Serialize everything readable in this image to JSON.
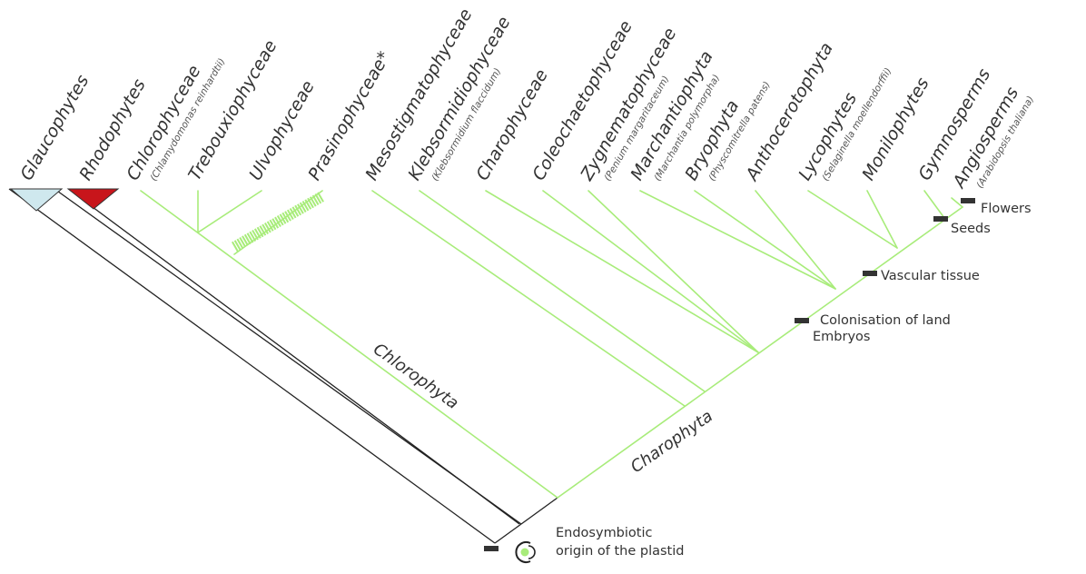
{
  "diagram": {
    "colors": {
      "green_branch": "#a8ec7a",
      "dark_branch": "#222222",
      "glaucophyte_fill": "#cfe8ee",
      "rhodophyte_fill": "#c8151b",
      "marker": "#333333"
    },
    "taxa": [
      {
        "name": "Glaucophytes",
        "species": ""
      },
      {
        "name": "Rhodophytes",
        "species": ""
      },
      {
        "name": "Chlorophyceae",
        "species": "(Chlamydomonas reinhardtii)"
      },
      {
        "name": "Trebouxiophyceae",
        "species": ""
      },
      {
        "name": "Ulvophyceae",
        "species": ""
      },
      {
        "name": "Prasinophyceae*",
        "species": ""
      },
      {
        "name": "Mesostigmatophyceae",
        "species": ""
      },
      {
        "name": "Klebsormidiophyceae",
        "species": "(Klebsormidium flaccidum)"
      },
      {
        "name": "Charophyceae",
        "species": ""
      },
      {
        "name": "Coleochaetophyceae",
        "species": ""
      },
      {
        "name": "Zygnematophyceae",
        "species": "(Penium margaritaceum)"
      },
      {
        "name": "Marchantiophyta",
        "species": "(Marchantia polymorpha)"
      },
      {
        "name": "Bryophyta",
        "species": "(Physcomitrella patens)"
      },
      {
        "name": "Anthocerotophyta",
        "species": ""
      },
      {
        "name": "Lycophytes",
        "species": "(Selaginella moellendorffii)"
      },
      {
        "name": "Monilophytes",
        "species": ""
      },
      {
        "name": "Gymnosperms",
        "species": ""
      },
      {
        "name": "Angiosperms",
        "species": "(Arabidopsis thaliana)"
      }
    ],
    "events": {
      "flowers": "Flowers",
      "seeds": "Seeds",
      "vascular": "Vascular tissue",
      "colonisation": "Colonisation of land",
      "embryos": "Embryos"
    },
    "clades": {
      "chlorophyta": "Chlorophyta",
      "charophyta": "Charophyta"
    },
    "origin": {
      "line1": "Endosymbiotic",
      "line2": "origin of the plastid"
    }
  }
}
